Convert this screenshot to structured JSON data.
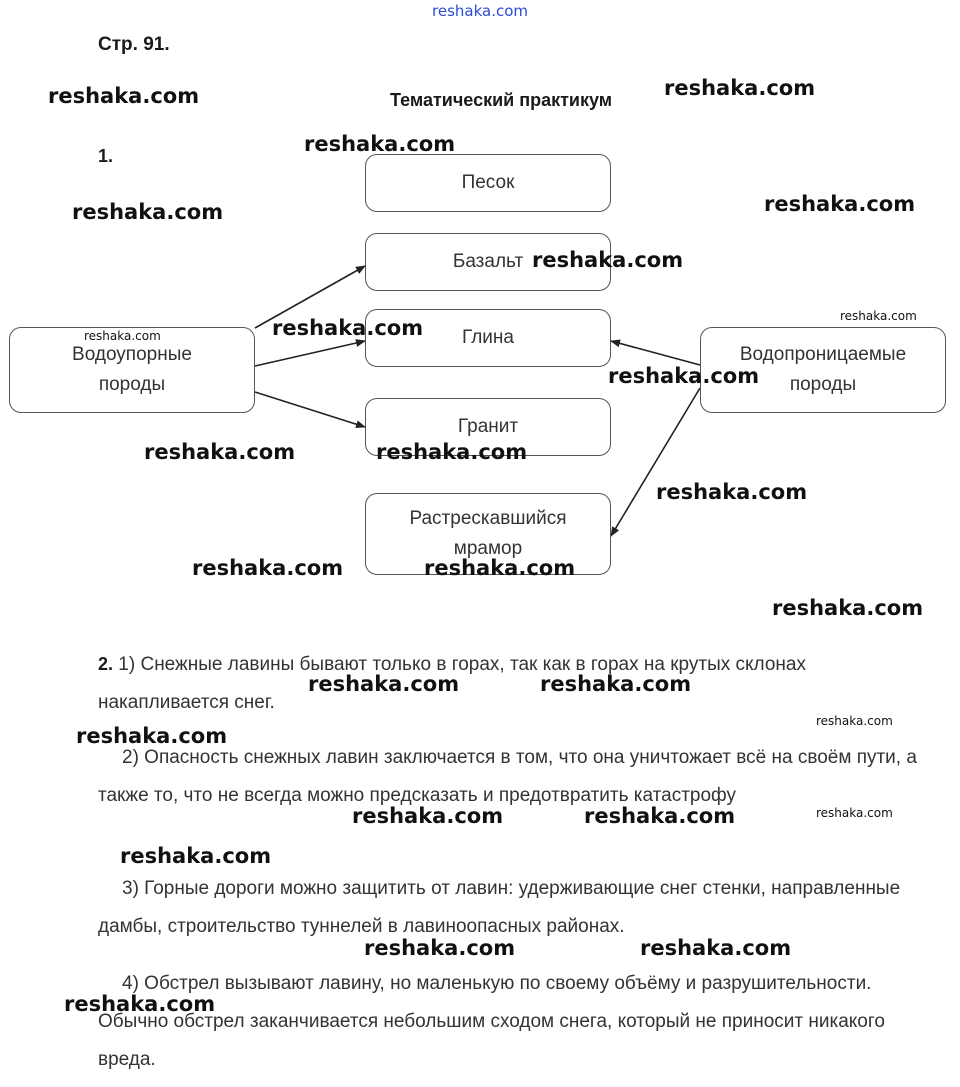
{
  "header": {
    "page_label": "Стр. 91.",
    "title": "Тематический практикум"
  },
  "task1": {
    "number": "1.",
    "left_node": {
      "line1": "Водоупорные",
      "line2": "породы"
    },
    "right_node": {
      "line1": "Водопроницаемые",
      "line2": "породы"
    },
    "rocks": {
      "sand": "Песок",
      "basalt": "Базальт",
      "clay": "Глина",
      "granite": "Гранит",
      "marble_line1": "Растрескавшийся",
      "marble_line2": "мрамор"
    }
  },
  "task2": {
    "number": "2.",
    "p1": "1) Снежные лавины бывают только в горах, так как в горах на крутых склонах накапливается снег.",
    "p2": "2) Опасность снежных лавин заключается в том, что она уничтожает всё на своём пути, а также то, что не всегда можно предсказать и предотвратить катастрофу",
    "p3": "3) Горные дороги можно защитить от лавин: удерживающие снег стенки, направленные дамбы, строительство туннелей в лавиноопасных районах.",
    "p4": "4) Обстрел вызывают лавину, но маленькую по своему объёму и разрушительности. Обычно обстрел заканчивается небольшим сходом снега, который не приносит никакого вреда."
  },
  "watermark": {
    "text": "reshaka.com"
  }
}
